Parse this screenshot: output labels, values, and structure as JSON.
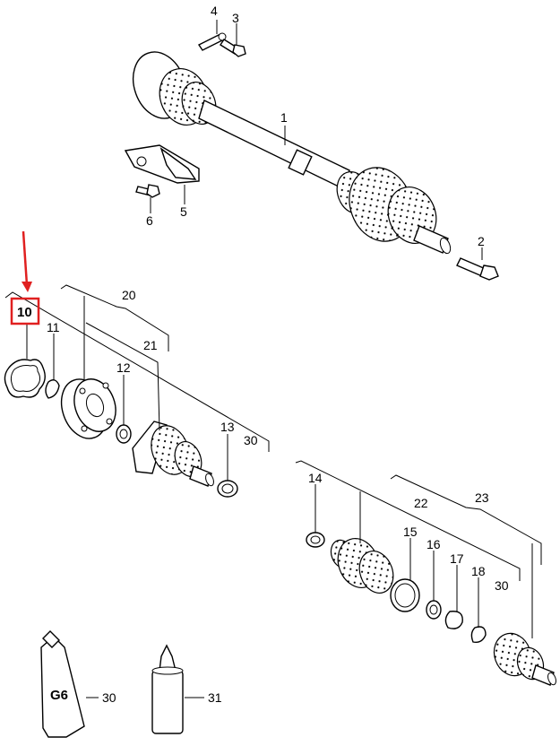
{
  "callouts": {
    "c1": "1",
    "c2": "2",
    "c3": "3",
    "c4": "4",
    "c5": "5",
    "c6": "6",
    "c10": "10",
    "c11": "11",
    "c12": "12",
    "c13": "13",
    "c14": "14",
    "c15": "15",
    "c16": "16",
    "c17": "17",
    "c18": "18",
    "c20": "20",
    "c21": "21",
    "c22": "22",
    "c23": "23",
    "c30a": "30",
    "c30b": "30",
    "c30c": "30",
    "c31": "31"
  },
  "tube_label": "G6",
  "colors": {
    "highlight": "#e02020",
    "ink": "#000000"
  }
}
